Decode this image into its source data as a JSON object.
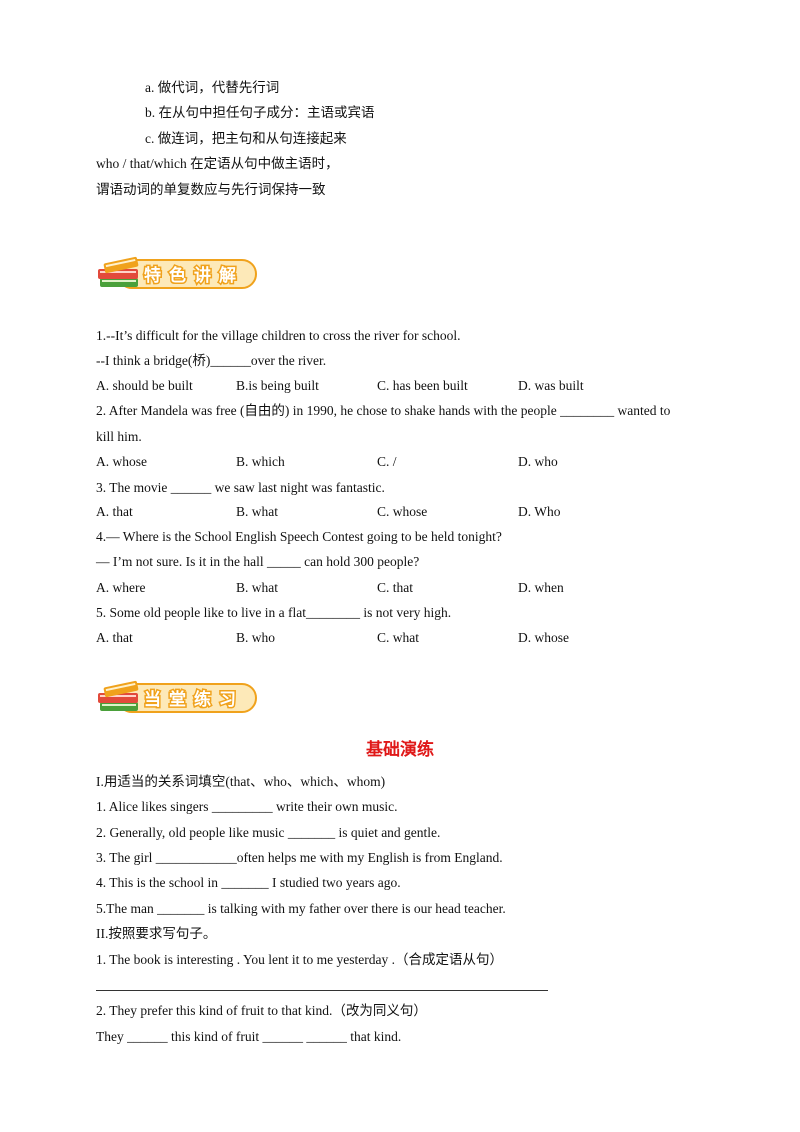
{
  "intro": {
    "a": "a. 做代词，代替先行词",
    "b": "b. 在从句中担任句子成分：主语或宾语",
    "c": "c. 做连词，把主句和从句连接起来",
    "note1": "who / that/which  在定语从句中做主语时，",
    "note2": "谓语动词的单复数应与先行词保持一致"
  },
  "badges": {
    "b1": "特色讲解",
    "b2": "当堂练习"
  },
  "questions": [
    {
      "lines": [
        "1.--It’s difficult for the village children to cross the river for school.",
        "  --I think a bridge(桥)______over the river."
      ],
      "options": [
        "A. should  be built",
        "B.is being built",
        "C. has been built",
        "D. was built"
      ]
    },
    {
      "lines": [
        "2. After Mandela was free (自由的) in 1990, he chose to shake hands with the people ________ wanted to",
        "kill him."
      ],
      "options": [
        "A. whose",
        "B. which",
        "C. /",
        "D. who"
      ]
    },
    {
      "lines": [
        "3.  The movie ______ we saw last night was fantastic."
      ],
      "options": [
        "A. that",
        "B. what",
        "C. whose",
        "D. Who"
      ]
    },
    {
      "lines": [
        "4.— Where is  the School English Speech Contest going to be held tonight?",
        "— I’m not sure. Is it in the hall _____ can hold 300 people?"
      ],
      "options": [
        "A.  where",
        "B. what",
        "C. that",
        "D. when"
      ]
    },
    {
      "lines": [
        " 5. Some old people like to live in a flat________ is not very high."
      ],
      "options": [
        "A. that",
        "B. who",
        "C. what",
        "D. whose"
      ]
    }
  ],
  "practice": {
    "heading": "基础演练",
    "part1_title": "I.用适当的关系词填空(that、who、which、whom)",
    "items": [
      "1. Alice likes singers _________ write their own music.",
      "2. Generally, old people like music _______ is quiet and gentle.",
      "3. The girl ____________often helps me with my English is from England.",
      "4. This is the school in _______ I studied two years ago.",
      "5.The man _______ is talking with my father over there is our head teacher."
    ],
    "part2_title": "II.按照要求写句子。",
    "s1": "1. The book is interesting . You lent it to me yesterday .（合成定语从句）",
    "s2": "2. They prefer this kind of fruit to that kind.（改为同义句）",
    "s2_answer": "    They ______ this kind of fruit ______ ______ that kind."
  },
  "colors": {
    "badge_fill": "#fde9b8",
    "badge_border": "#f0a21c",
    "badge_text": "#ffffff",
    "heading": "#e01818"
  }
}
